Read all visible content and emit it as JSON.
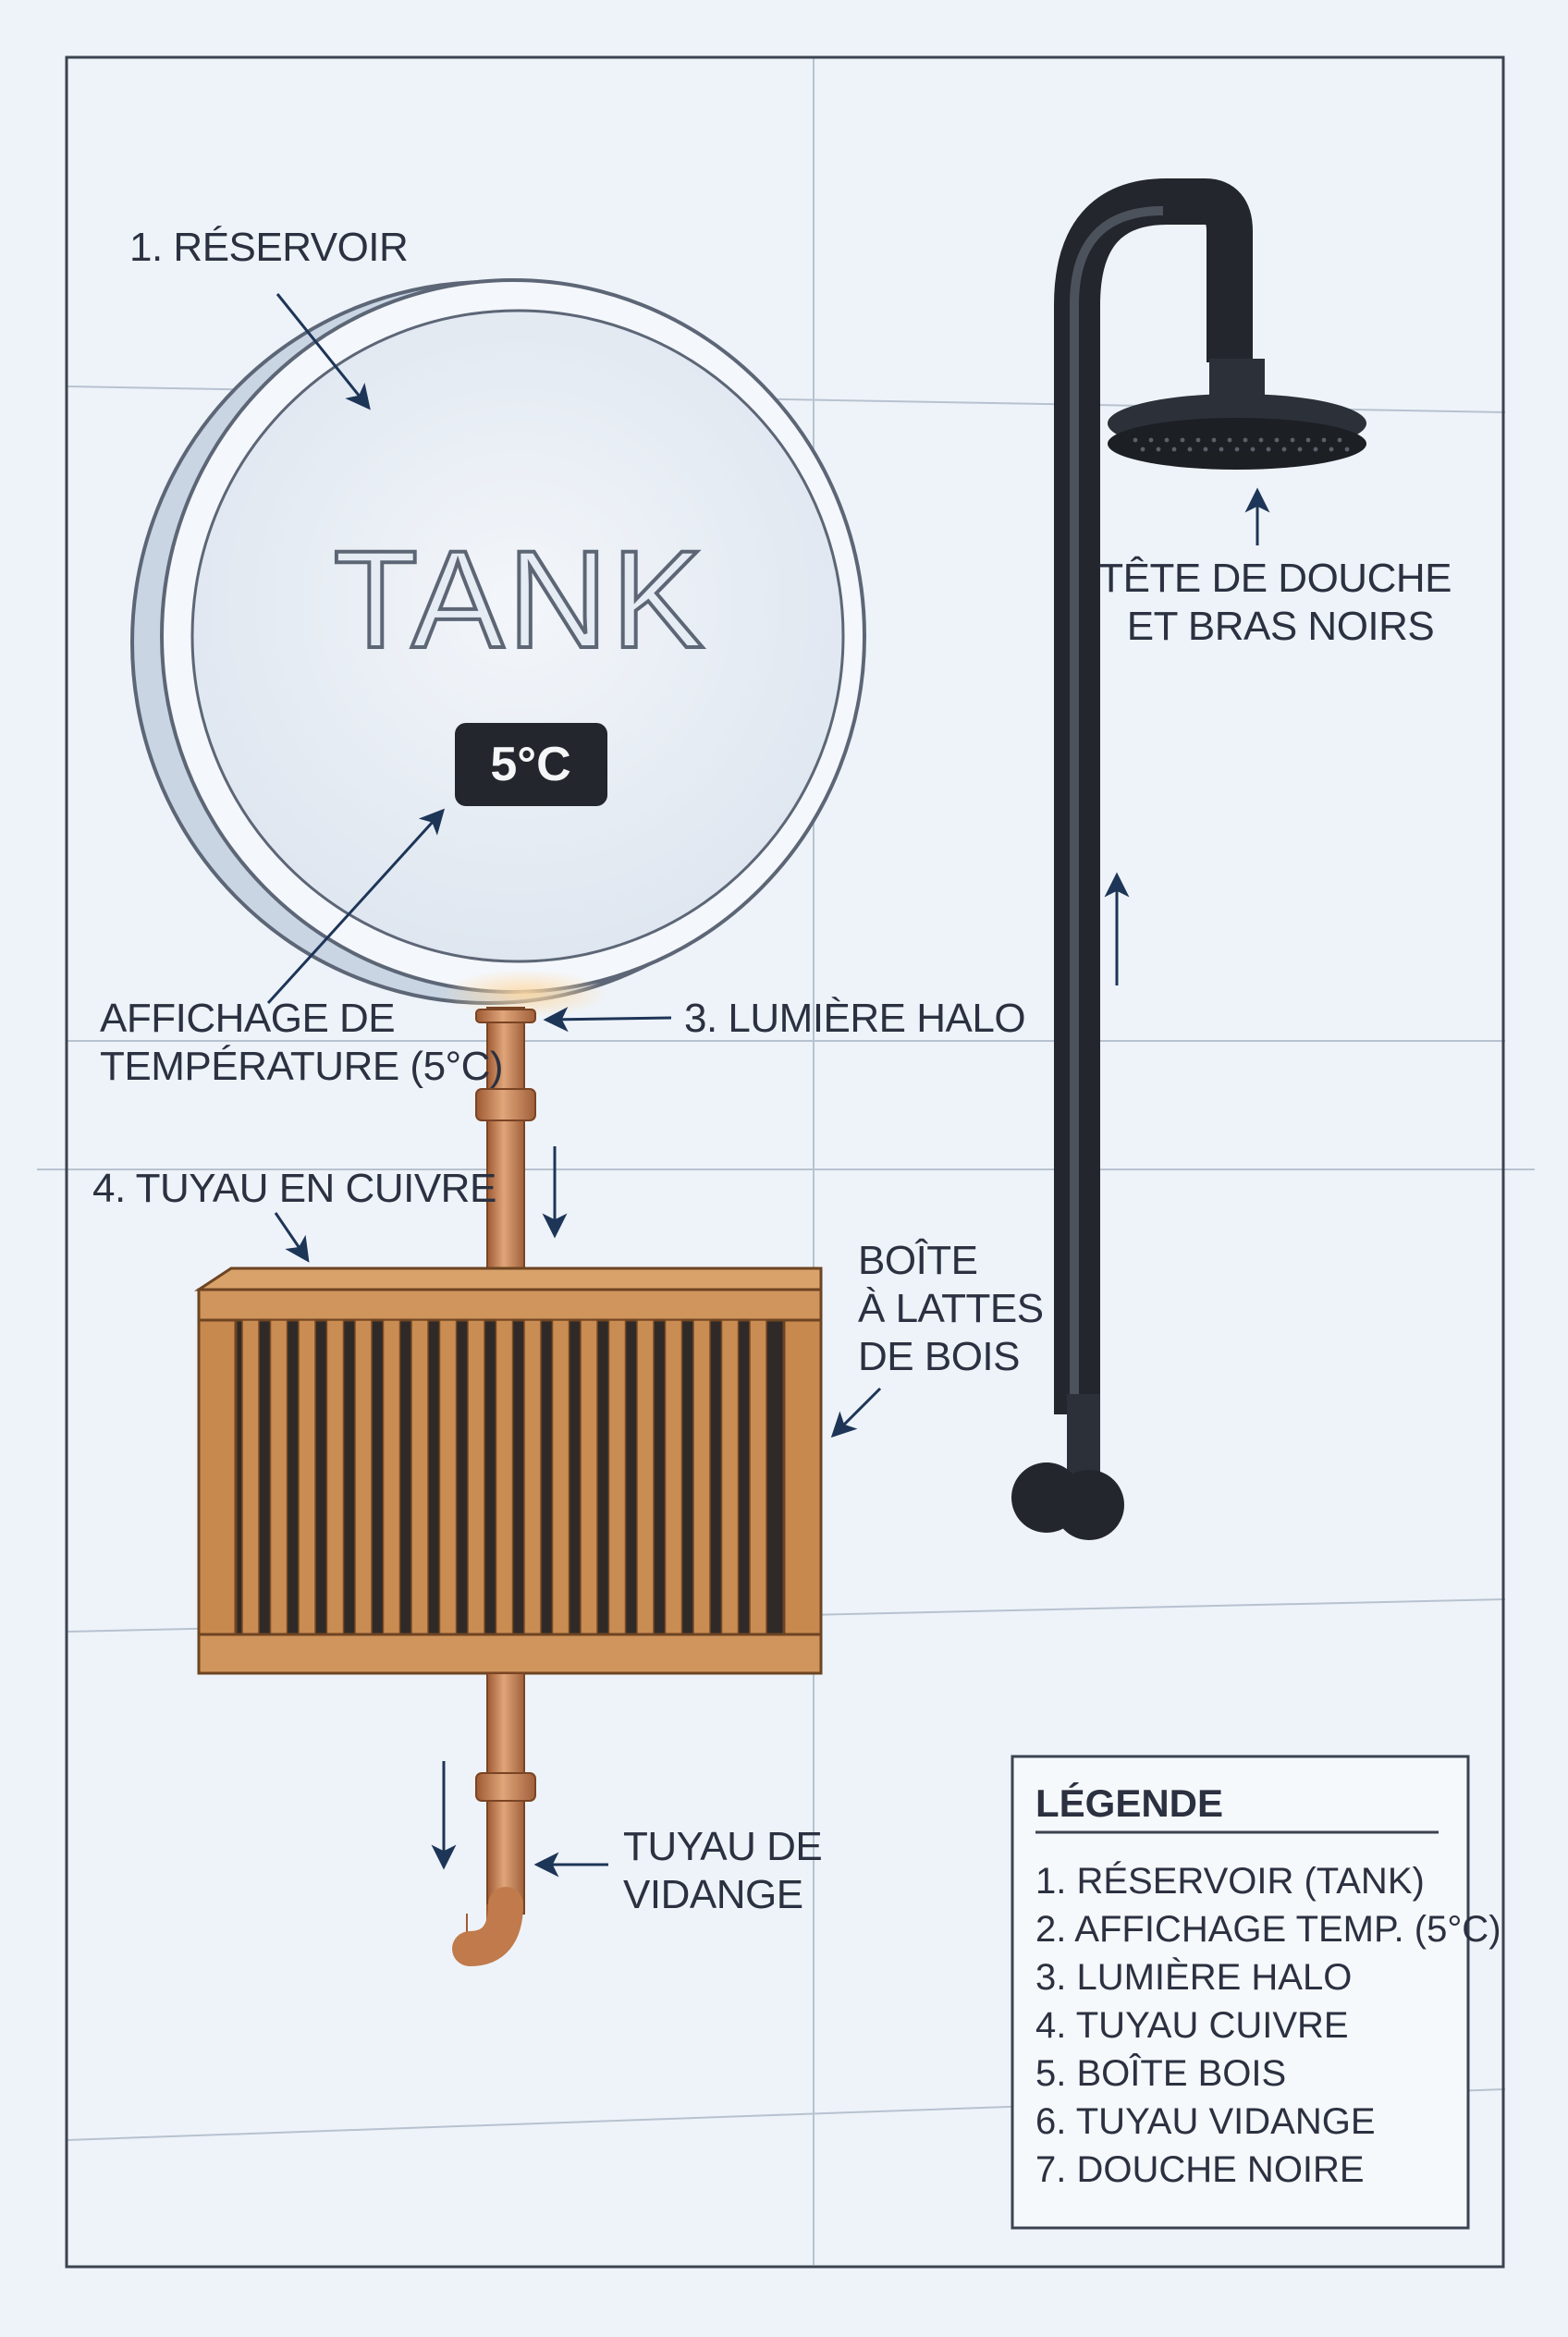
{
  "tank": {
    "word": "TANK",
    "temperature": "5°C"
  },
  "labels": {
    "reservoir": "1. RÉSERVOIR",
    "temp_display": [
      "AFFICHAGE DE",
      "TEMPÉRATURE (5°C)"
    ],
    "halo": "3. LUMIÈRE HALO",
    "copper_pipe": "4. TUYAU EN CUIVRE",
    "wood_box": [
      "BOÎTE",
      "À LATTES",
      "DE BOIS"
    ],
    "drain": [
      "TUYAU DE",
      "VIDANGE"
    ],
    "shower_head": [
      "TÊTE DE DOUCHE",
      "ET BRAS NOIRS"
    ]
  },
  "legend": {
    "title": "LÉGENDE",
    "items": [
      "1. RÉSERVOIR (TANK)",
      "2. AFFICHAGE TEMP. (5°C)",
      "3. LUMIÈRE HALO",
      "4. TUYAU CUIVRE",
      "5. BOÎTE BOIS",
      "6. TUYAU VIDANGE",
      "7. DOUCHE NOIRE"
    ]
  },
  "colors": {
    "background": "#eef3f9",
    "frame": "#3c4350",
    "copper": "#c17a4c",
    "wood": "#c6894f",
    "shower": "#2c3038",
    "arrow": "#1d3557",
    "halo": "#f7c58a"
  }
}
